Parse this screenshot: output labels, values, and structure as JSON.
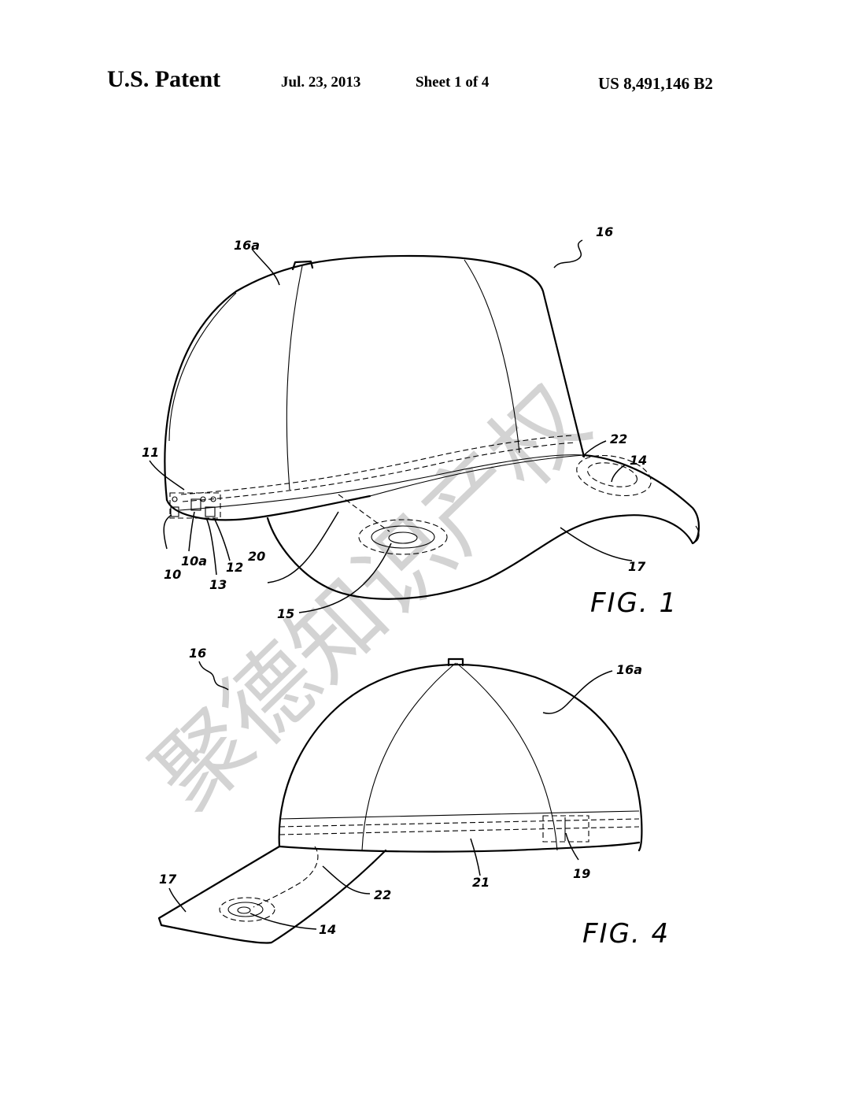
{
  "header": {
    "left": "U.S. Patent",
    "date": "Jul. 23, 2013",
    "sheet": "Sheet 1 of 4",
    "number": "US 8,491,146 B2"
  },
  "fig1": {
    "caption": "FIG.  1",
    "labels": {
      "l16": "16",
      "l16a": "16a",
      "l11": "11",
      "l22": "22",
      "l14": "14",
      "l20": "20",
      "l10a": "10a",
      "l10": "10",
      "l13": "13",
      "l12": "12",
      "l15": "15",
      "l17": "17"
    }
  },
  "fig4": {
    "caption": "FIG.  4",
    "labels": {
      "l16": "16",
      "l16a": "16a",
      "l17": "17",
      "l22": "22",
      "l14": "14",
      "l21": "21",
      "l19": "19"
    }
  },
  "watermark": "聚德知识产权"
}
